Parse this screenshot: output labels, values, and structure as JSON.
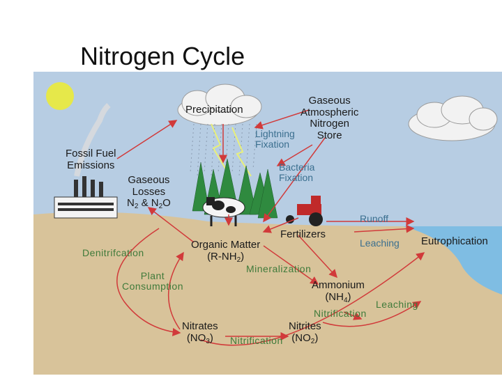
{
  "title": "Nitrogen Cycle",
  "labels": {
    "precipitation": "Precipitation",
    "gaseous_store_1": "Gaseous",
    "gaseous_store_2": "Atmospheric",
    "gaseous_store_3": "Nitrogen",
    "gaseous_store_4": "Store",
    "fossil_1": "Fossil Fuel",
    "fossil_2": "Emissions",
    "losses_1": "Gaseous",
    "losses_2": "Losses",
    "losses_n": "N",
    "losses_sub1": "2",
    "losses_amp": " & N",
    "losses_sub2": "2",
    "losses_o": "O",
    "lightning_1": "Lightning",
    "lightning_2": "Fixation",
    "bacteria_1": "Bacteria",
    "bacteria_2": "Fixation",
    "runoff": "Runoff",
    "fertilizers": "Fertilizers",
    "leaching_top": "Leaching",
    "eutrophication": "Eutrophication",
    "denitrification": "Denitrifcation",
    "organic_matter": "Organic Matter",
    "rnh_open": "(R-NH",
    "rnh_sub": "2",
    "rnh_close": ")",
    "mineralization": "Mineralization",
    "plant_1": "Plant",
    "plant_2": "Consumption",
    "ammonium": "Ammonium",
    "nh_open": "(NH",
    "nh_sub": "4",
    "nh_close": ")",
    "leaching_right": "Leaching",
    "nitrification_right": "Nitrification",
    "nitrates": "Nitrates",
    "no3_open": "(NO",
    "no3_sub": "3",
    "no3_close": ")",
    "nitrification_bottom": "Nitrification",
    "nitrites": "Nitrites",
    "no2_open": "(NO",
    "no2_sub": "2",
    "no2_close": ")"
  },
  "colors": {
    "sky": "#b7cde3",
    "soil": "#d8c39a",
    "water": "#7fbde3",
    "arrow": "#d13a3a",
    "process_blue": "#3b6f8f",
    "process_green": "#3f7a3a"
  },
  "icons": [
    "sun-icon",
    "cloud-icon",
    "factory-icon",
    "forest-icon",
    "cow-icon",
    "tractor-icon",
    "lightning-icon"
  ]
}
